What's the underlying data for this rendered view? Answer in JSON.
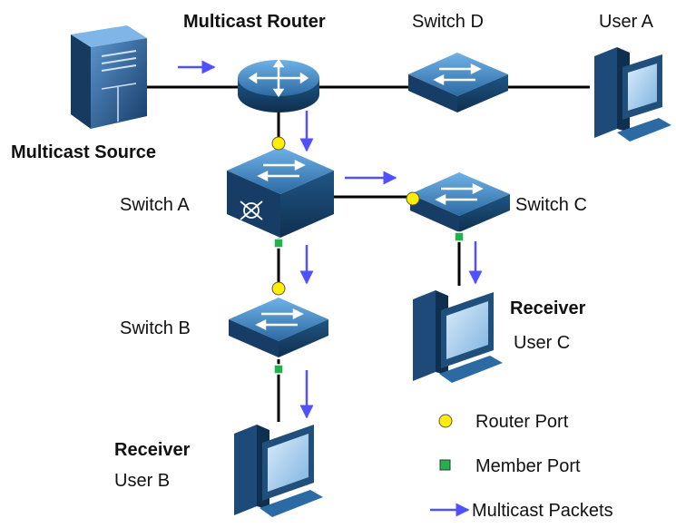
{
  "nodes": {
    "multicast_source": {
      "label": "Multicast Source"
    },
    "multicast_router": {
      "label": "Multicast Router"
    },
    "switch_a": {
      "label": "Switch A"
    },
    "switch_b": {
      "label": "Switch B"
    },
    "switch_c": {
      "label": "Switch C"
    },
    "switch_d": {
      "label": "Switch D"
    },
    "user_a": {
      "label": "User A"
    },
    "receiver_b": {
      "role": "Receiver",
      "label": "User B"
    },
    "receiver_c": {
      "role": "Receiver",
      "label": "User C"
    }
  },
  "legend": {
    "router_port": "Router Port",
    "member_port": "Member  Port",
    "multicast_packets": "Multicast Packets"
  },
  "colors": {
    "router_port": "#ffee00",
    "member_port": "#22b14c",
    "arrow": "#5050ff",
    "device_dark": "#1f4f7a",
    "device_light": "#4a8fc6",
    "link": "#000000"
  }
}
